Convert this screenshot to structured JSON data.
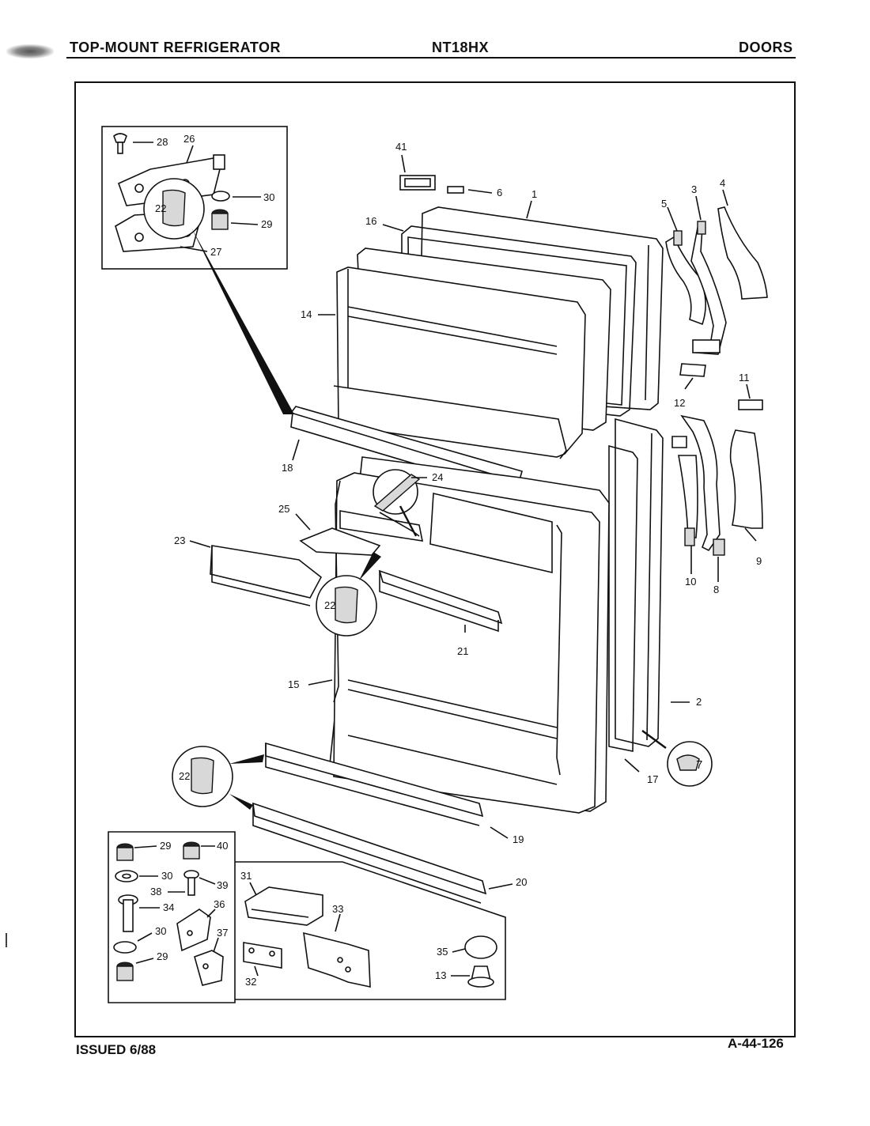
{
  "header": {
    "left": "TOP-MOUNT REFRIGERATOR",
    "center": "NT18HX",
    "right": "DOORS"
  },
  "footer": {
    "left": "ISSUED 6/88",
    "right": "A-44-126"
  },
  "callouts": {
    "p1": "1",
    "p2": "2",
    "p3": "3",
    "p4": "4",
    "p5": "5",
    "p6": "6",
    "p7": "7",
    "p8": "8",
    "p9": "9",
    "p10": "10",
    "p11": "11",
    "p12": "12",
    "p13": "13",
    "p14": "14",
    "p15": "15",
    "p16": "16",
    "p17": "17",
    "p18": "18",
    "p19": "19",
    "p20": "20",
    "p21": "21",
    "p22": "22",
    "p23": "23",
    "p24": "24",
    "p25": "25",
    "p26": "26",
    "p27": "27",
    "p28": "28",
    "p29": "29",
    "p30": "30",
    "p31": "31",
    "p32": "32",
    "p33": "33",
    "p34": "34",
    "p35": "35",
    "p36": "36",
    "p37": "37",
    "p38": "38",
    "p39": "39",
    "p40": "40",
    "p41": "41"
  }
}
